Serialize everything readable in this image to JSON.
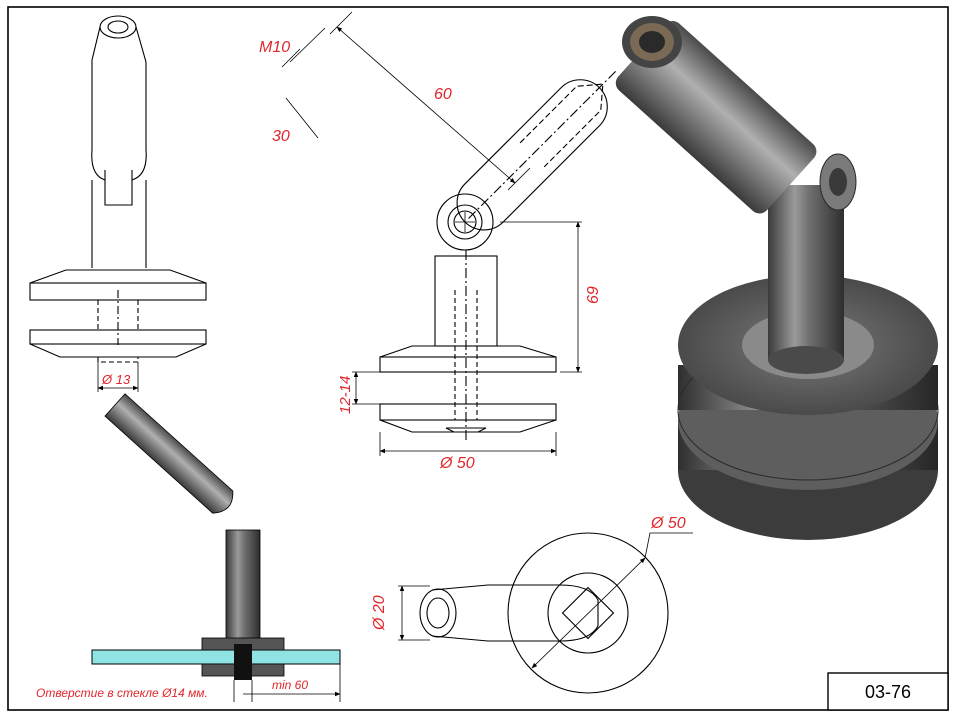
{
  "dimensions": {
    "pin_diameter": "Ø 13",
    "thread": "M10",
    "thread_depth": "30",
    "arm_length": "60",
    "height": "69",
    "glass_thickness": "12-14",
    "base_diameter_front": "Ø 50",
    "base_diameter_top": "Ø 50",
    "arm_diameter": "Ø 20",
    "min_distance": "min 60"
  },
  "note": "Отверстие в стекле Ø14 мм.",
  "article_code": "03-76",
  "colors": {
    "dimension": "#e0262b",
    "glass": "#8fe3e3",
    "line": "#000000"
  }
}
